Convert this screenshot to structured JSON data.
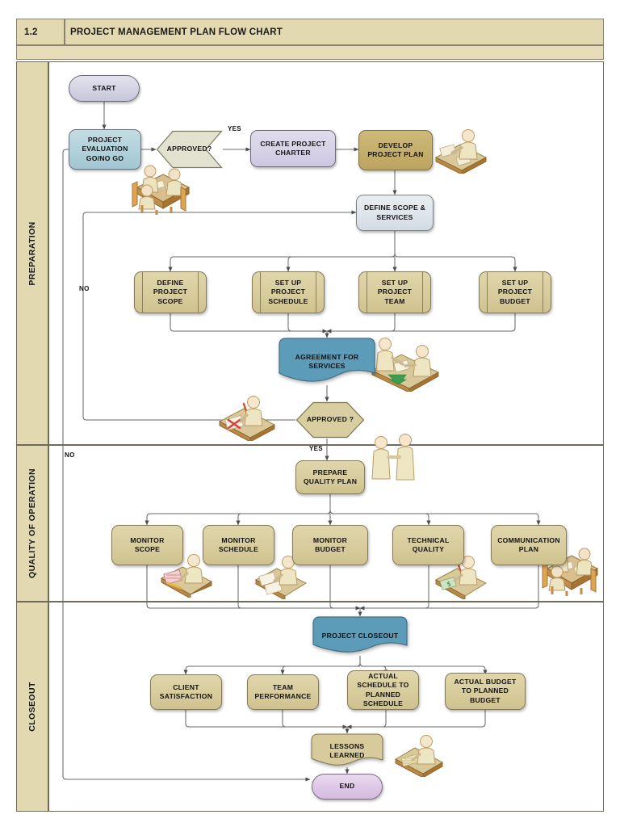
{
  "header": {
    "number": "1.2",
    "title": "PROJECT MANAGEMENT PLAN FLOW CHART"
  },
  "lanes": [
    {
      "id": "preparation",
      "label": "PREPARATION"
    },
    {
      "id": "quality-of-operation",
      "label": "QUALITY OF OPERATION"
    },
    {
      "id": "closeout",
      "label": "CLOSEOUT"
    }
  ],
  "colors": {
    "header_band": "#e2d9b0",
    "lane_band": "#e2d9b0",
    "terminator_start": "#d3d3e4",
    "terminator_end": "#ddc7e6",
    "process_blue": "#afd0da",
    "process_lavender": "#d6d1e6",
    "process_gray": "#dde4ea",
    "process_tan_dark": "#c3ad69",
    "process_tan": "#d7cb9b",
    "document_blue": "#5c9cb8",
    "border": "#6f6a5c",
    "connector": "#595959"
  },
  "nodes": {
    "start": "START",
    "project_evaluation": "PROJECT\nEVALUATION\nGO/NO GO",
    "approved_1": "APPROVED?",
    "create_project_charter": "CREATE PROJECT\nCHARTER",
    "develop_project_plan": "DEVELOP\nPROJECT PLAN",
    "define_scope_services": "DEFINE SCOPE &\nSERVICES",
    "define_project_scope": "DEFINE\nPROJECT\nSCOPE",
    "set_up_project_schedule": "SET UP\nPROJECT\nSCHEDULE",
    "set_up_project_team": "SET UP\nPROJECT\nTEAM",
    "set_up_project_budget": "SET UP\nPROJECT\nBUDGET",
    "agreement_for_services": "AGREEMENT FOR\nSERVICES",
    "approved_2": "APPROVED ?",
    "prepare_quality_plan": "PREPARE\nQUALITY PLAN",
    "monitor_scope": "MONITOR\nSCOPE",
    "monitor_schedule": "MONITOR\nSCHEDULE",
    "monitor_budget": "MONITOR\nBUDGET",
    "technical_quality": "TECHNICAL\nQUALITY",
    "communication_plan": "COMMUNICATION\nPLAN",
    "project_closeout": "PROJECT CLOSEOUT",
    "client_satisfaction": "CLIENT\nSATISFACTION",
    "team_performance": "TEAM\nPERFORMANCE",
    "actual_schedule": "ACTUAL\nSCHEDULE TO\nPLANNED\nSCHEDULE",
    "actual_budget": "ACTUAL BUDGET\nTO PLANNED\nBUDGET",
    "lessons_learned": "LESSONS\nLEARNED",
    "end": "END"
  },
  "flow_labels": {
    "yes_1": "YES",
    "no_1": "NO",
    "yes_2": "YES",
    "no_2": "NO"
  },
  "illustrations": [
    {
      "name": "meeting-table-three-people",
      "near": "project-evaluation"
    },
    {
      "name": "person-at-desk-writing",
      "near": "develop-project-plan"
    },
    {
      "name": "two-people-signing-contract",
      "near": "agreement-for-services"
    },
    {
      "name": "person-desk-rejected-document",
      "near": "approved-2"
    },
    {
      "name": "two-people-handshake",
      "near": "prepare-quality-plan"
    },
    {
      "name": "person-desk-chart",
      "near": "monitor-scope"
    },
    {
      "name": "person-desk-documents",
      "near": "monitor-schedule"
    },
    {
      "name": "person-desk-money",
      "near": "technical-quality"
    },
    {
      "name": "meeting-table-communication",
      "near": "communication-plan"
    },
    {
      "name": "person-desk-notes",
      "near": "lessons-learned"
    }
  ],
  "chart_data": {
    "type": "flowchart",
    "title": "PROJECT MANAGEMENT PLAN FLOW CHART",
    "lanes": [
      "PREPARATION",
      "QUALITY OF OPERATION",
      "CLOSEOUT"
    ],
    "edges": [
      {
        "from": "START",
        "to": "PROJECT EVALUATION GO/NO GO",
        "label": ""
      },
      {
        "from": "PROJECT EVALUATION GO/NO GO",
        "to": "APPROVED?",
        "label": ""
      },
      {
        "from": "APPROVED?",
        "to": "CREATE PROJECT CHARTER",
        "label": "YES"
      },
      {
        "from": "CREATE PROJECT CHARTER",
        "to": "DEVELOP PROJECT PLAN",
        "label": ""
      },
      {
        "from": "DEVELOP PROJECT PLAN",
        "to": "DEFINE SCOPE & SERVICES",
        "label": ""
      },
      {
        "from": "DEFINE SCOPE & SERVICES",
        "to": "DEFINE PROJECT SCOPE",
        "label": ""
      },
      {
        "from": "DEFINE SCOPE & SERVICES",
        "to": "SET UP PROJECT SCHEDULE",
        "label": ""
      },
      {
        "from": "DEFINE SCOPE & SERVICES",
        "to": "SET UP PROJECT TEAM",
        "label": ""
      },
      {
        "from": "DEFINE SCOPE & SERVICES",
        "to": "SET UP PROJECT BUDGET",
        "label": ""
      },
      {
        "from": "DEFINE PROJECT SCOPE",
        "to": "AGREEMENT FOR SERVICES",
        "label": ""
      },
      {
        "from": "SET UP PROJECT SCHEDULE",
        "to": "AGREEMENT FOR SERVICES",
        "label": ""
      },
      {
        "from": "SET UP PROJECT TEAM",
        "to": "AGREEMENT FOR SERVICES",
        "label": ""
      },
      {
        "from": "SET UP PROJECT BUDGET",
        "to": "AGREEMENT FOR SERVICES",
        "label": ""
      },
      {
        "from": "AGREEMENT FOR SERVICES",
        "to": "APPROVED ?",
        "label": ""
      },
      {
        "from": "APPROVED ?",
        "to": "DEFINE SCOPE & SERVICES",
        "label": "NO"
      },
      {
        "from": "APPROVED ?",
        "to": "PREPARE QUALITY PLAN",
        "label": "YES"
      },
      {
        "from": "APPROVED?",
        "to": "END",
        "label": "NO"
      },
      {
        "from": "PREPARE QUALITY PLAN",
        "to": "MONITOR SCOPE",
        "label": ""
      },
      {
        "from": "PREPARE QUALITY PLAN",
        "to": "MONITOR SCHEDULE",
        "label": ""
      },
      {
        "from": "PREPARE QUALITY PLAN",
        "to": "MONITOR BUDGET",
        "label": ""
      },
      {
        "from": "PREPARE QUALITY PLAN",
        "to": "TECHNICAL QUALITY",
        "label": ""
      },
      {
        "from": "PREPARE QUALITY PLAN",
        "to": "COMMUNICATION PLAN",
        "label": ""
      },
      {
        "from": "MONITOR SCOPE",
        "to": "PROJECT CLOSEOUT",
        "label": ""
      },
      {
        "from": "MONITOR SCHEDULE",
        "to": "PROJECT CLOSEOUT",
        "label": ""
      },
      {
        "from": "MONITOR BUDGET",
        "to": "PROJECT CLOSEOUT",
        "label": ""
      },
      {
        "from": "TECHNICAL QUALITY",
        "to": "PROJECT CLOSEOUT",
        "label": ""
      },
      {
        "from": "COMMUNICATION PLAN",
        "to": "PROJECT CLOSEOUT",
        "label": ""
      },
      {
        "from": "PROJECT CLOSEOUT",
        "to": "CLIENT SATISFACTION",
        "label": ""
      },
      {
        "from": "PROJECT CLOSEOUT",
        "to": "TEAM PERFORMANCE",
        "label": ""
      },
      {
        "from": "PROJECT CLOSEOUT",
        "to": "ACTUAL SCHEDULE TO PLANNED SCHEDULE",
        "label": ""
      },
      {
        "from": "PROJECT CLOSEOUT",
        "to": "ACTUAL BUDGET TO PLANNED BUDGET",
        "label": ""
      },
      {
        "from": "CLIENT SATISFACTION",
        "to": "LESSONS LEARNED",
        "label": ""
      },
      {
        "from": "TEAM PERFORMANCE",
        "to": "LESSONS LEARNED",
        "label": ""
      },
      {
        "from": "ACTUAL SCHEDULE TO PLANNED SCHEDULE",
        "to": "LESSONS LEARNED",
        "label": ""
      },
      {
        "from": "ACTUAL BUDGET TO PLANNED BUDGET",
        "to": "LESSONS LEARNED",
        "label": ""
      },
      {
        "from": "LESSONS LEARNED",
        "to": "END",
        "label": ""
      }
    ]
  }
}
